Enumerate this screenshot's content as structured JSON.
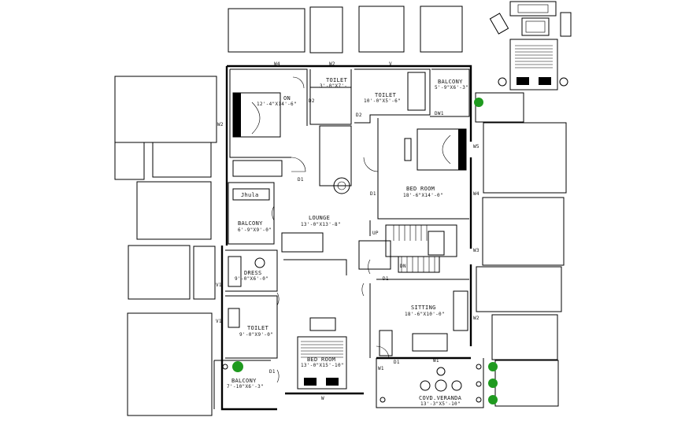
{
  "rooms": {
    "toilet_top": {
      "name": "TOILET",
      "dim": "3'-0\"X7'-"
    },
    "toilet_mid": {
      "name": "TOILET",
      "dim": "10'-0\"X5'-6\""
    },
    "balcony_top": {
      "name": "BALCONY",
      "dim": "5'-9\"X6'-3\""
    },
    "bedroom_left": {
      "name": "ON",
      "dim": "12'-4\"X14'-6\""
    },
    "bedroom_right": {
      "name": "BED ROOM",
      "dim": "18'-6\"X14'-0\""
    },
    "pooja": {
      "name": "Jhula"
    },
    "balcony_left": {
      "name": "BALCONY",
      "dim": "6'-9\"X9'-0\""
    },
    "lounge": {
      "name": "LOUNGE",
      "dim": "13'-0\"X13'-8\""
    },
    "dress": {
      "name": "DRESS",
      "dim": "9'-0\"X6'-0\""
    },
    "toilet_low": {
      "name": "TOILET",
      "dim": "9'-0\"X9'-0\""
    },
    "sitting": {
      "name": "SITTING",
      "dim": "18'-6\"X10'-0\""
    },
    "bedroom_bottom": {
      "name": "BED ROOM",
      "dim": "13'-0\"X15'-10\""
    },
    "balcony_low": {
      "name": "BALCONY",
      "dim": "7'-10\"X6'-3\""
    },
    "veranda": {
      "name": "COVD.VERANDA",
      "dim": "13'-3\"X5'-10\""
    }
  },
  "marks": {
    "w4_top": "W4",
    "w2_top": "W2",
    "v_top": "V",
    "w2_left": "W2",
    "v1_left_a": "V1",
    "v1_left_b": "V1",
    "w5_right": "W5",
    "w4_right": "W4",
    "w3_right": "W3",
    "w2_right": "W2",
    "w1_bottom": "W1",
    "w1_veranda": "W1",
    "w_bottom": "W",
    "d2_a": "D2",
    "d2_b": "D2",
    "d1_a": "D1",
    "d1_b": "D1",
    "d1_c": "D1",
    "d1_d": "D1",
    "d1_e": "D1",
    "dw1": "DW1",
    "up": "UP",
    "dn": "DN"
  }
}
